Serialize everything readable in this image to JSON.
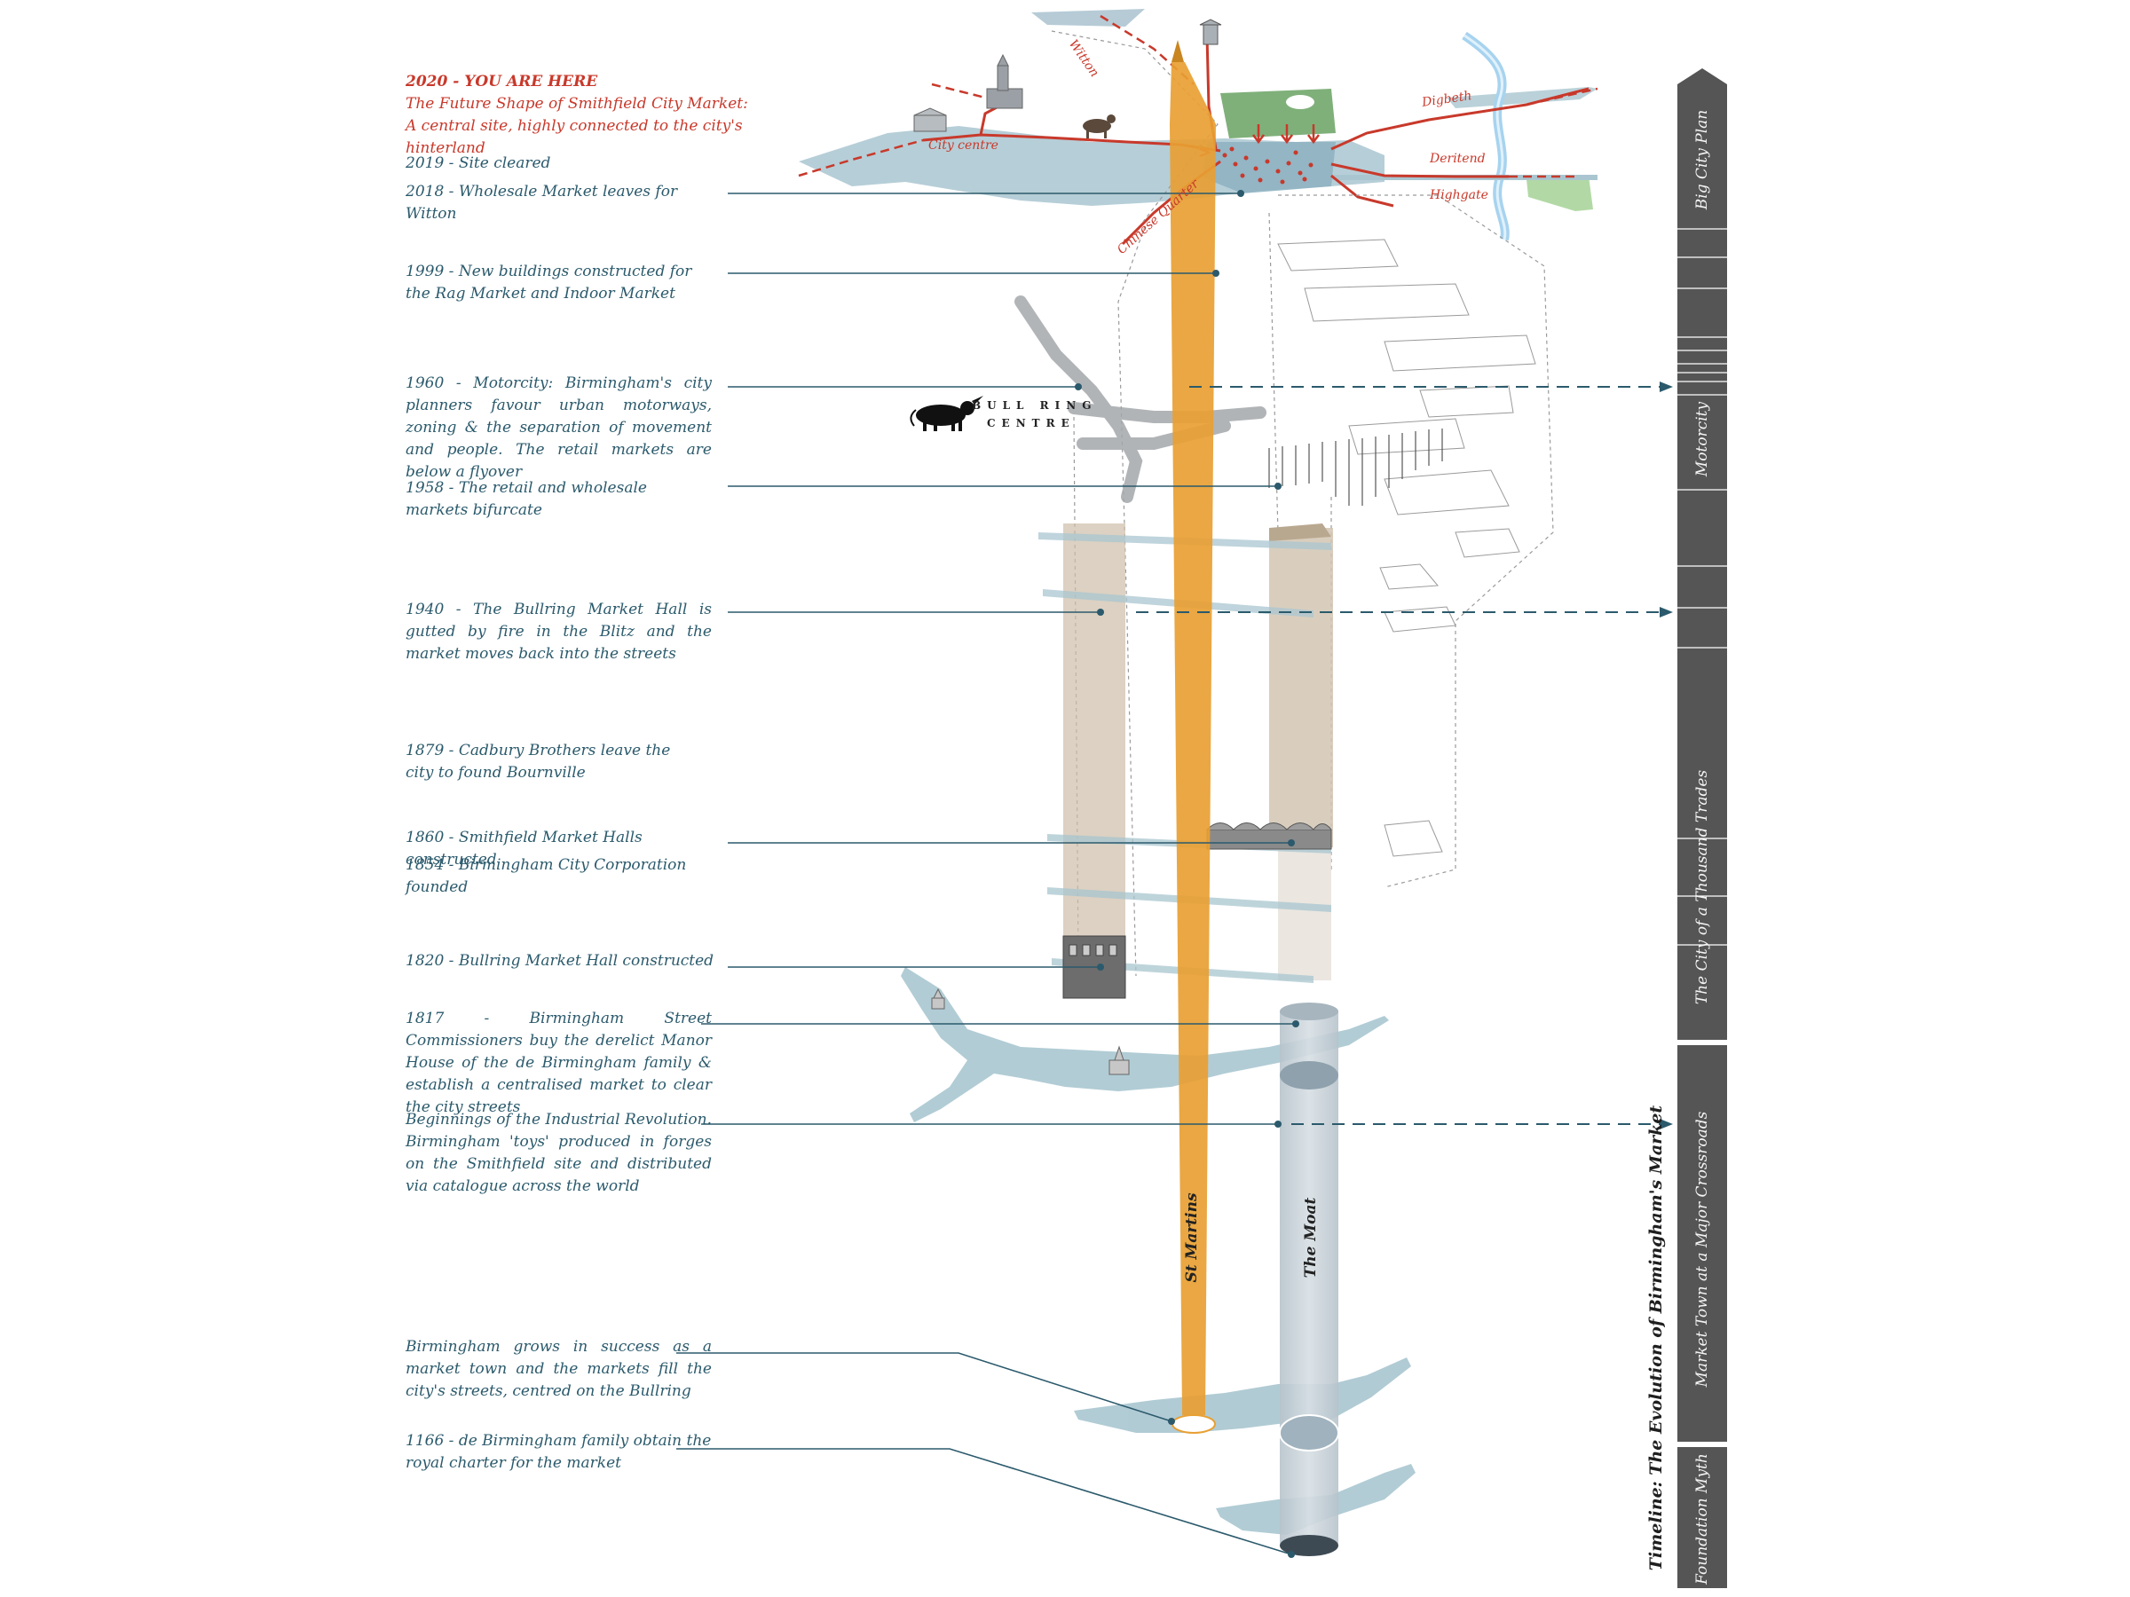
{
  "title": "Timeline: The Evolution of Birmingham's Market",
  "colors": {
    "accent_red": "#c8392b",
    "text_blue": "#2b5a6c",
    "st_martins": "#e8a033",
    "moat": "#c6d0d7",
    "timeline_bar": "#555555"
  },
  "header": {
    "year_line": "2020 - YOU ARE HERE",
    "subtitle_1": "The Future Shape of Smithfield City Market:",
    "subtitle_2": "A central site, highly connected to the city's hinterland"
  },
  "events": [
    {
      "id": "e2019",
      "text": "2019 - Site cleared"
    },
    {
      "id": "e2018",
      "text": "2018 - Wholesale Market leaves for Witton"
    },
    {
      "id": "e1999",
      "text": "1999 - New buildings constructed for the Rag Market and Indoor Market"
    },
    {
      "id": "e1960",
      "text": "1960 - Motorcity: Birmingham's city planners favour urban motorways, zoning & the separation of movement and people. The retail markets are below a flyover"
    },
    {
      "id": "e1958",
      "text": "1958 - The retail and wholesale markets bifurcate"
    },
    {
      "id": "e1940",
      "text": "1940 - The Bullring Market Hall is gutted by fire in the Blitz and the market moves back into the streets"
    },
    {
      "id": "e1879",
      "text": "1879 - Cadbury Brothers leave the city to found Bournville"
    },
    {
      "id": "e1860",
      "text": "1860 - Smithfield Market Halls constructed"
    },
    {
      "id": "e1854",
      "text": "1854 - Birmingham City Corporation founded"
    },
    {
      "id": "e1820",
      "text": "1820 - Bullring Market Hall constructed"
    },
    {
      "id": "e1817",
      "text": "1817 - Birmingham Street Commissioners buy the derelict Manor House of the de Birmingham family & establish a centralised market to clear the city streets"
    },
    {
      "id": "eindustrial",
      "text": "Beginnings of the Industrial Revolution. Birmingham 'toys' produced in forges on the Smithfield site and distributed via catalogue across the world"
    },
    {
      "id": "egrows",
      "text": "Birmingham grows in success as a market town and the markets fill the city's streets, centred on the Bullring"
    },
    {
      "id": "e1166",
      "text": "1166 - de Birmingham family obtain the royal charter for the market"
    }
  ],
  "columns": {
    "st_martins": "St Martins",
    "moat": "The Moat"
  },
  "map_labels": {
    "witton": "Witton",
    "city_centre": "City centre",
    "digbeth": "Digbeth",
    "deritend": "Deritend",
    "highgate": "Highgate",
    "chinese_quarter": "Chinese Quarter"
  },
  "bull_ring": {
    "line1": "BULL RING",
    "line2": "CENTRE"
  },
  "periods": [
    {
      "name": "Big City Plan"
    },
    {
      "name": "Motorcity"
    },
    {
      "name": "The City of a Thousand Trades"
    },
    {
      "name": "Market Town at a Major Crossroads"
    },
    {
      "name": "Foundation Myth"
    }
  ]
}
